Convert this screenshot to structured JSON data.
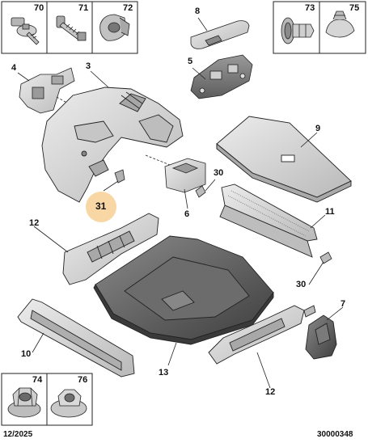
{
  "fasteners_top_left": [
    {
      "ref": "70",
      "icon": "screw-with-washer-icon"
    },
    {
      "ref": "71",
      "icon": "threaded-screw-icon"
    },
    {
      "ref": "72",
      "icon": "clip-nut-icon"
    }
  ],
  "fasteners_top_right": [
    {
      "ref": "73",
      "icon": "push-rivet-icon"
    },
    {
      "ref": "75",
      "icon": "fir-tree-clip-icon"
    }
  ],
  "fasteners_bottom_left": [
    {
      "ref": "74",
      "icon": "hex-flange-nut-icon"
    },
    {
      "ref": "76",
      "icon": "flange-nut-icon"
    }
  ],
  "callouts": {
    "c3": "3",
    "c4": "4",
    "c5": "5",
    "c6": "6",
    "c7": "7",
    "c8": "8",
    "c9": "9",
    "c10": "10",
    "c11": "11",
    "c12a": "12",
    "c12b": "12",
    "c13": "13",
    "c30a": "30",
    "c30b": "30",
    "c31": "31"
  },
  "footer": {
    "date": "12/2025",
    "doc_number": "30000348"
  },
  "colors": {
    "highlight": "#f9d7a4",
    "part_fill": "#d4d4d4",
    "tray_fill": "#5a5a5a",
    "ink": "#1a1a1a"
  }
}
